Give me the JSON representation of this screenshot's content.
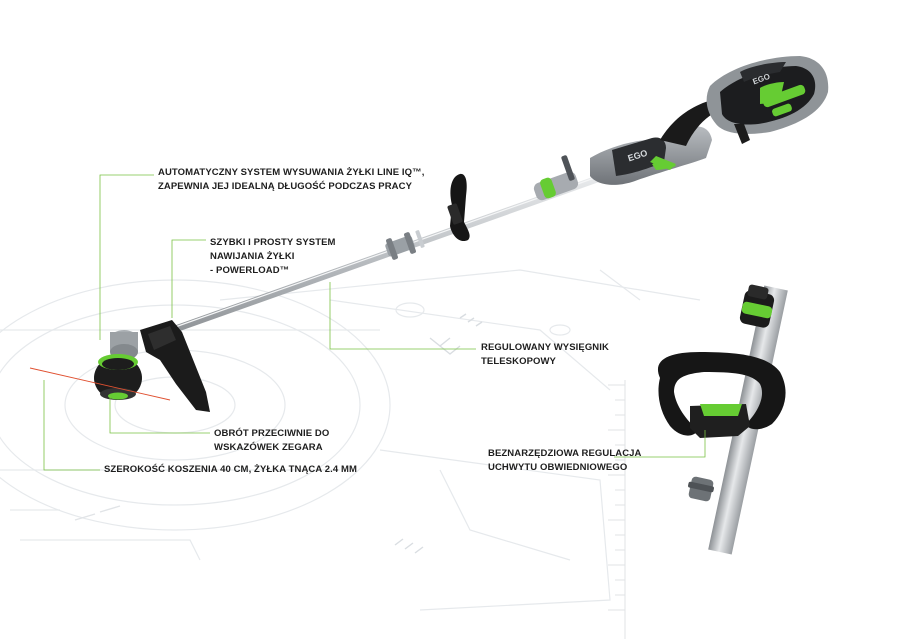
{
  "features": {
    "line_iq": [
      "AUTOMATYCZNY SYSTEM WYSUWANIA ŻYŁKI LINE IQ™,",
      "ZAPEWNIA JEJ IDEALNĄ DŁUGOŚĆ PODCZAS PRACY"
    ],
    "powerload": [
      "SZYBKI I PROSTY SYSTEM",
      "NAWIJANIA ŻYŁKI",
      "- POWERLOAD™"
    ],
    "telescopic": [
      "REGULOWANY WYSIĘGNIK",
      "TELESKOPOWY"
    ],
    "rotation": [
      "OBRÓT PRZECIWNIE DO",
      "WSKAZÓWEK ZEGARA"
    ],
    "cutting_width": [
      "SZEROKOŚĆ KOSZENIA 40 CM, ŻYŁKA TNĄCA 2.4 MM"
    ],
    "handle": [
      "BEZNARZĘDZIOWA REGULACJA",
      "UCHWYTU OBWIEDNIOWEGO"
    ]
  },
  "brand": {
    "logo_text": "EGO",
    "accent_color": "#66cc33",
    "leader_line_color": "#7ac143",
    "body_color": "#1c1c1c",
    "shaft_color": "#c8ccd0"
  }
}
